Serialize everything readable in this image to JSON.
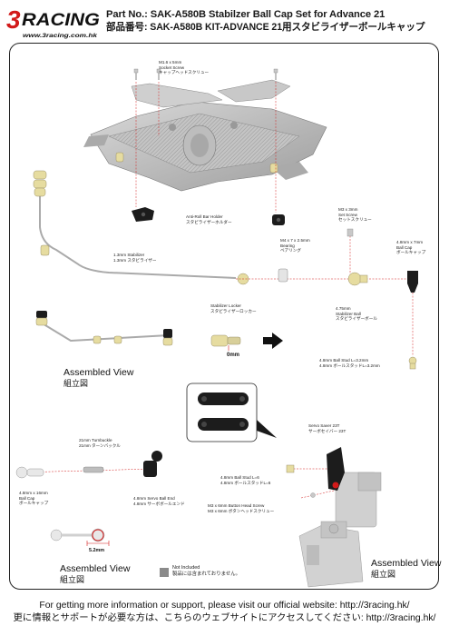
{
  "brand": {
    "logo_text": "RACING",
    "logo_digit": "3",
    "website": "www.3racing.com.hk"
  },
  "header": {
    "title_en": "Part No.: SAK-A580B  Stabilzer Ball Cap Set for Advance 21",
    "title_jp": "部品番号: SAK-A580B  KIT-ADVANCE 21用スタビライザーボールキャップ"
  },
  "parts": {
    "socket_screw": [
      "M1.6 x 5mm",
      "Socket Screw",
      "キャップヘッドスクリュー"
    ],
    "anti_roll": [
      "Anti-Roll Bar Holder",
      "スタビライザーホルダー"
    ],
    "set_screw": [
      "M3 x 3mm",
      "Set Screw",
      "セットスクリュー"
    ],
    "bearing": [
      "M4 x 7 x 2.5mm",
      "Bearing",
      "ベアリング"
    ],
    "stabilizer": [
      "1.3mm Stabilizer",
      "1.3mm スタビライザー"
    ],
    "ball_cap_top": [
      "4.8mm x 7mm",
      "Ball Cap",
      "ボールキャップ"
    ],
    "stab_locker": [
      "Stabilizer Locker",
      "スタビライザーロッカー"
    ],
    "stab_ball": [
      "4.75mm",
      "Stabilizer Ball",
      "スタビライザーボール"
    ],
    "ball_stud_32": [
      "4.8mm Ball Stud L=3.2mm",
      "4.8mm ボールスタッドL=3.2mm"
    ],
    "gap_0": "0mm",
    "turnbuckle": [
      "21mm Turnbuckle",
      "21mm ターンバックル"
    ],
    "ball_cap_16": [
      "4.8mm x 16mm",
      "Ball Cap",
      "ボールキャップ"
    ],
    "servo_ball_end": [
      "4.8mm Servo Ball End",
      "4.8mm サーボボールエンド"
    ],
    "servo_saver": [
      "Servo Saver 23T",
      "サーボセイバー 23T"
    ],
    "ball_stud_6": [
      "4.8mm Ball Stud L=6",
      "4.8mm ボールスタッドL=6"
    ],
    "button_head": [
      "M3 x 6mm Button Head Screw",
      "M3 x 6mm ボタンヘッドスクリュー"
    ],
    "gap_52": "5.2mm"
  },
  "assembled": {
    "en": "Assembled View",
    "jp": "組立図"
  },
  "not_included": [
    "Not Included",
    "製品には含まれておりません。"
  ],
  "footer": {
    "line_en": "For getting more information or support, please visit our official website: http://3racing.hk/",
    "line_jp": "更に情報とサポートが必要な方は、こちらのウェブサイトにアクセスしてください: http://3racing.hk/"
  },
  "colors": {
    "accent_red": "#d21a1a",
    "dark_part": "#1c1c1c",
    "grey_part": "#bdbdbd",
    "brass": "#e6dca0"
  }
}
